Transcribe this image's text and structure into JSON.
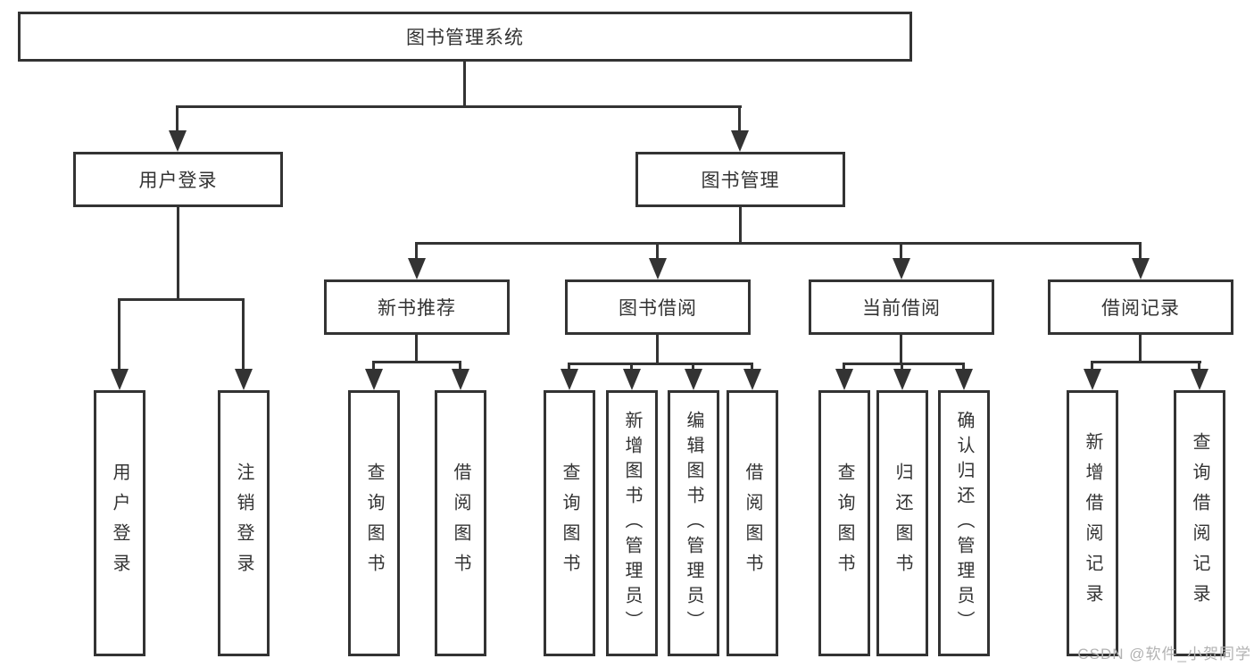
{
  "diagram_type": "hierarchy-tree",
  "colors": {
    "line": "#333333",
    "text": "#333333",
    "watermark": "#b2b2b2",
    "background": "#ffffff"
  },
  "tree": {
    "label": "图书管理系统",
    "children": [
      {
        "label": "用户登录",
        "children": [
          {
            "label": "用户登录"
          },
          {
            "label": "注销登录"
          }
        ]
      },
      {
        "label": "图书管理",
        "children": [
          {
            "label": "新书推荐",
            "children": [
              {
                "label": "查询图书"
              },
              {
                "label": "借阅图书"
              }
            ]
          },
          {
            "label": "图书借阅",
            "children": [
              {
                "label": "查询图书"
              },
              {
                "label": "新增图书（管理员）"
              },
              {
                "label": "编辑图书（管理员）"
              },
              {
                "label": "借阅图书"
              }
            ]
          },
          {
            "label": "当前借阅",
            "children": [
              {
                "label": "查询图书"
              },
              {
                "label": "归还图书"
              },
              {
                "label": "确认归还（管理员）"
              }
            ]
          },
          {
            "label": "借阅记录",
            "children": [
              {
                "label": "新增借阅记录"
              },
              {
                "label": "查询借阅记录"
              }
            ]
          }
        ]
      }
    ]
  },
  "watermark": {
    "text": "CSDN @软件_小贺同学"
  }
}
